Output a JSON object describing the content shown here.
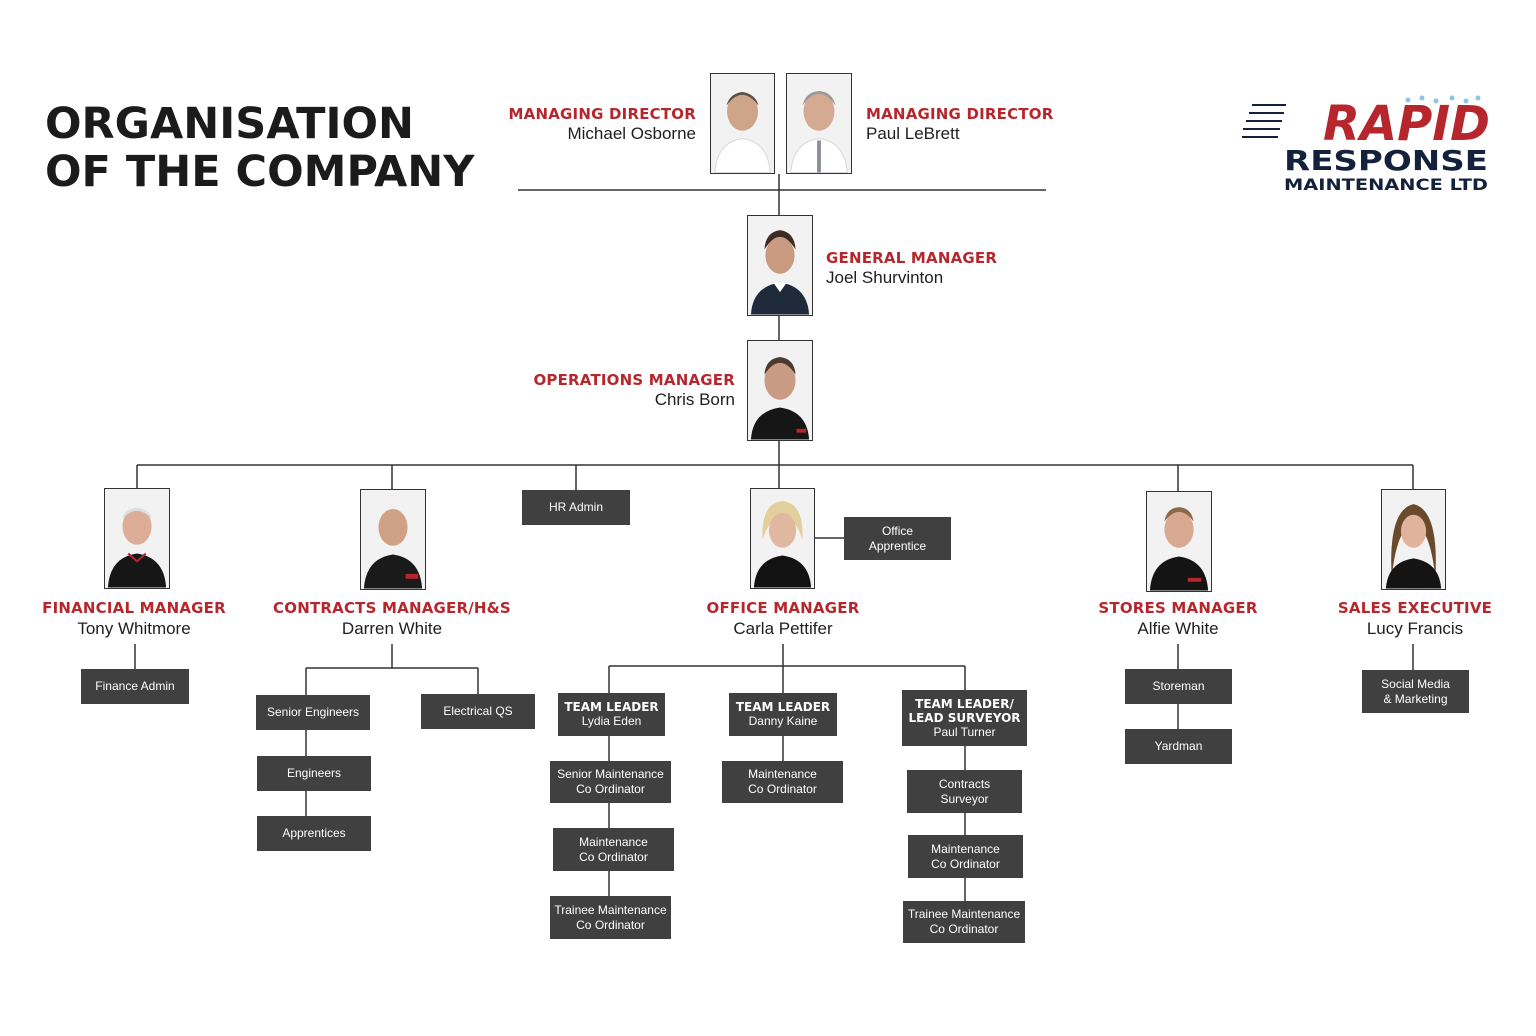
{
  "title": {
    "line1": "ORGANISATION",
    "line2": "OF THE COMPANY"
  },
  "logo": {
    "line1": "RAPID",
    "line2": "RESPONSE",
    "line3": "MAINTENANCE LTD"
  },
  "people": {
    "md1": {
      "role": "MANAGING DIRECTOR",
      "name": "Michael Osborne"
    },
    "md2": {
      "role": "MANAGING DIRECTOR",
      "name": "Paul LeBrett"
    },
    "gm": {
      "role": "GENERAL MANAGER",
      "name": "Joel Shurvinton"
    },
    "ops": {
      "role": "OPERATIONS MANAGER",
      "name": "Chris Born"
    },
    "fin": {
      "role": "FINANCIAL MANAGER",
      "name": "Tony Whitmore"
    },
    "con": {
      "role": "CONTRACTS MANAGER/H&S",
      "name": "Darren White"
    },
    "off": {
      "role": "OFFICE MANAGER",
      "name": "Carla Pettifer"
    },
    "sto": {
      "role": "STORES MANAGER",
      "name": "Alfie White"
    },
    "sal": {
      "role": "SALES EXECUTIVE",
      "name": "Lucy Francis"
    }
  },
  "boxes": {
    "hr_admin": "HR Admin",
    "office_apprentice": "Office\nApprentice",
    "finance_admin": "Finance Admin",
    "senior_engineers": "Senior Engineers",
    "engineers": "Engineers",
    "apprentices": "Apprentices",
    "electrical_qs": "Electrical QS",
    "tl1": {
      "lead": "TEAM LEADER",
      "name": "Lydia Eden"
    },
    "tl2": {
      "lead": "TEAM LEADER",
      "name": "Danny Kaine"
    },
    "tl3": {
      "lead": "TEAM LEADER/\nLEAD SURVEYOR",
      "name": "Paul Turner"
    },
    "senior_mco": "Senior Maintenance\nCo Ordinator",
    "mco1": "Maintenance\nCo Ordinator",
    "trainee1": "Trainee Maintenance\nCo Ordinator",
    "mco2": "Maintenance\nCo Ordinator",
    "contracts_surveyor": "Contracts\nSurveyor",
    "mco3": "Maintenance\nCo Ordinator",
    "trainee3": "Trainee Maintenance\nCo Ordinator",
    "storeman": "Storeman",
    "yardman": "Yardman",
    "social_media": "Social Media\n& Marketing"
  },
  "colors": {
    "accent": "#b5272d",
    "box": "#404040",
    "line": "#333333",
    "logo_navy": "#14213d"
  }
}
